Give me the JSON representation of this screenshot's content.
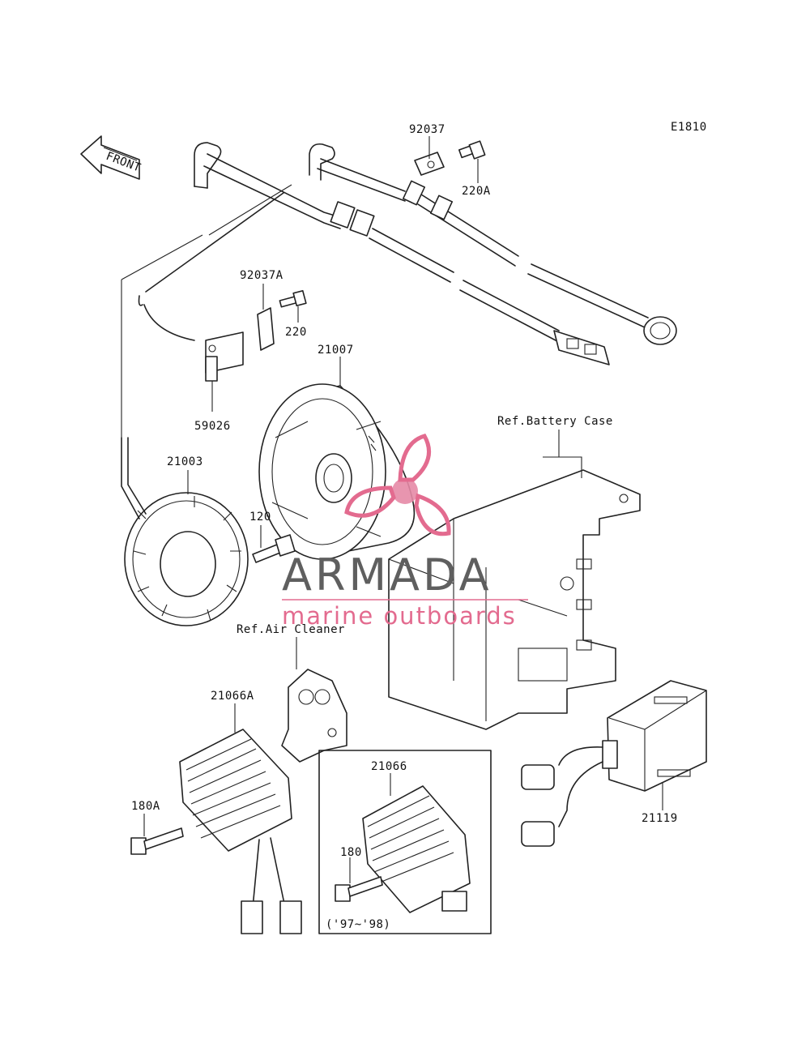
{
  "code": "E1810",
  "front": "FRONT",
  "refs": {
    "battery": "Ref.Battery Case",
    "air_cleaner": "Ref.Air Cleaner",
    "years": "('97~'98)"
  },
  "parts": {
    "p92037": "92037",
    "p220A": "220A",
    "p92037A": "92037A",
    "p220": "220",
    "p59026": "59026",
    "p21007": "21007",
    "p21003": "21003",
    "p120": "120",
    "p21066A": "21066A",
    "p180A": "180A",
    "p21066": "21066",
    "p180": "180",
    "p21119": "21119"
  },
  "watermark": {
    "brand": "ARMADA",
    "tagline": "marine outboards",
    "accent": "#e36b8f",
    "text_color": "#5f5f5f"
  }
}
